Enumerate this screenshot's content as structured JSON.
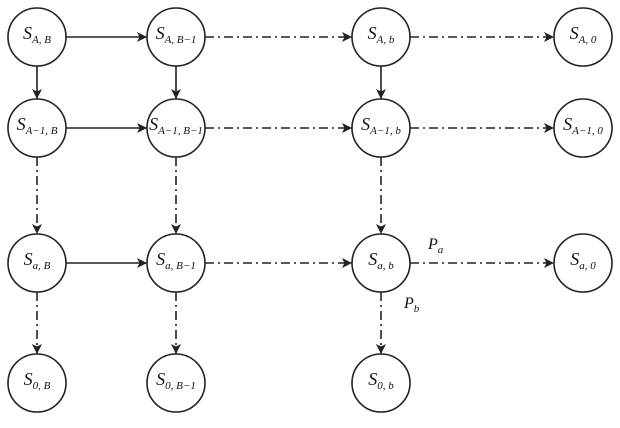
{
  "nodes": [
    {
      "id": "AB",
      "main": "S",
      "sub": "A, B"
    },
    {
      "id": "AB1",
      "main": "S",
      "sub": "A, B−1"
    },
    {
      "id": "Ab",
      "main": "S",
      "sub": "A, b"
    },
    {
      "id": "A0",
      "main": "S",
      "sub": "A, 0"
    },
    {
      "id": "A1B",
      "main": "S",
      "sub": "A−1, B"
    },
    {
      "id": "A1B1",
      "main": "S",
      "sub": "A−1, B−1"
    },
    {
      "id": "A1b",
      "main": "S",
      "sub": "A−1, b"
    },
    {
      "id": "A10",
      "main": "S",
      "sub": "A−1, 0"
    },
    {
      "id": "aB",
      "main": "S",
      "sub": "a, B"
    },
    {
      "id": "aB1",
      "main": "S",
      "sub": "a, B−1"
    },
    {
      "id": "ab",
      "main": "S",
      "sub": "a, b"
    },
    {
      "id": "a0",
      "main": "S",
      "sub": "a, 0"
    },
    {
      "id": "0B",
      "main": "S",
      "sub": "0, B"
    },
    {
      "id": "0B1",
      "main": "S",
      "sub": "0, B−1"
    },
    {
      "id": "0b",
      "main": "S",
      "sub": "0, b"
    }
  ],
  "edges": [
    {
      "from": "AB",
      "to": "AB1",
      "style": "solid"
    },
    {
      "from": "AB1",
      "to": "Ab",
      "style": "dash"
    },
    {
      "from": "Ab",
      "to": "A0",
      "style": "dash"
    },
    {
      "from": "A1B",
      "to": "A1B1",
      "style": "solid"
    },
    {
      "from": "A1B1",
      "to": "A1b",
      "style": "dash"
    },
    {
      "from": "A1b",
      "to": "A10",
      "style": "dash"
    },
    {
      "from": "aB",
      "to": "aB1",
      "style": "solid"
    },
    {
      "from": "aB1",
      "to": "ab",
      "style": "dash"
    },
    {
      "from": "ab",
      "to": "a0",
      "style": "dash"
    },
    {
      "from": "AB",
      "to": "A1B",
      "style": "solid"
    },
    {
      "from": "AB1",
      "to": "A1B1",
      "style": "solid"
    },
    {
      "from": "Ab",
      "to": "A1b",
      "style": "solid"
    },
    {
      "from": "A1B",
      "to": "aB",
      "style": "dash"
    },
    {
      "from": "A1B1",
      "to": "aB1",
      "style": "dash"
    },
    {
      "from": "A1b",
      "to": "ab",
      "style": "dash"
    },
    {
      "from": "aB",
      "to": "0B",
      "style": "dash"
    },
    {
      "from": "aB1",
      "to": "0B1",
      "style": "dash"
    },
    {
      "from": "ab",
      "to": "0b",
      "style": "dash"
    }
  ],
  "probabilities": {
    "pa": {
      "main": "P",
      "sub": "a"
    },
    "pb": {
      "main": "P",
      "sub": "b"
    }
  }
}
